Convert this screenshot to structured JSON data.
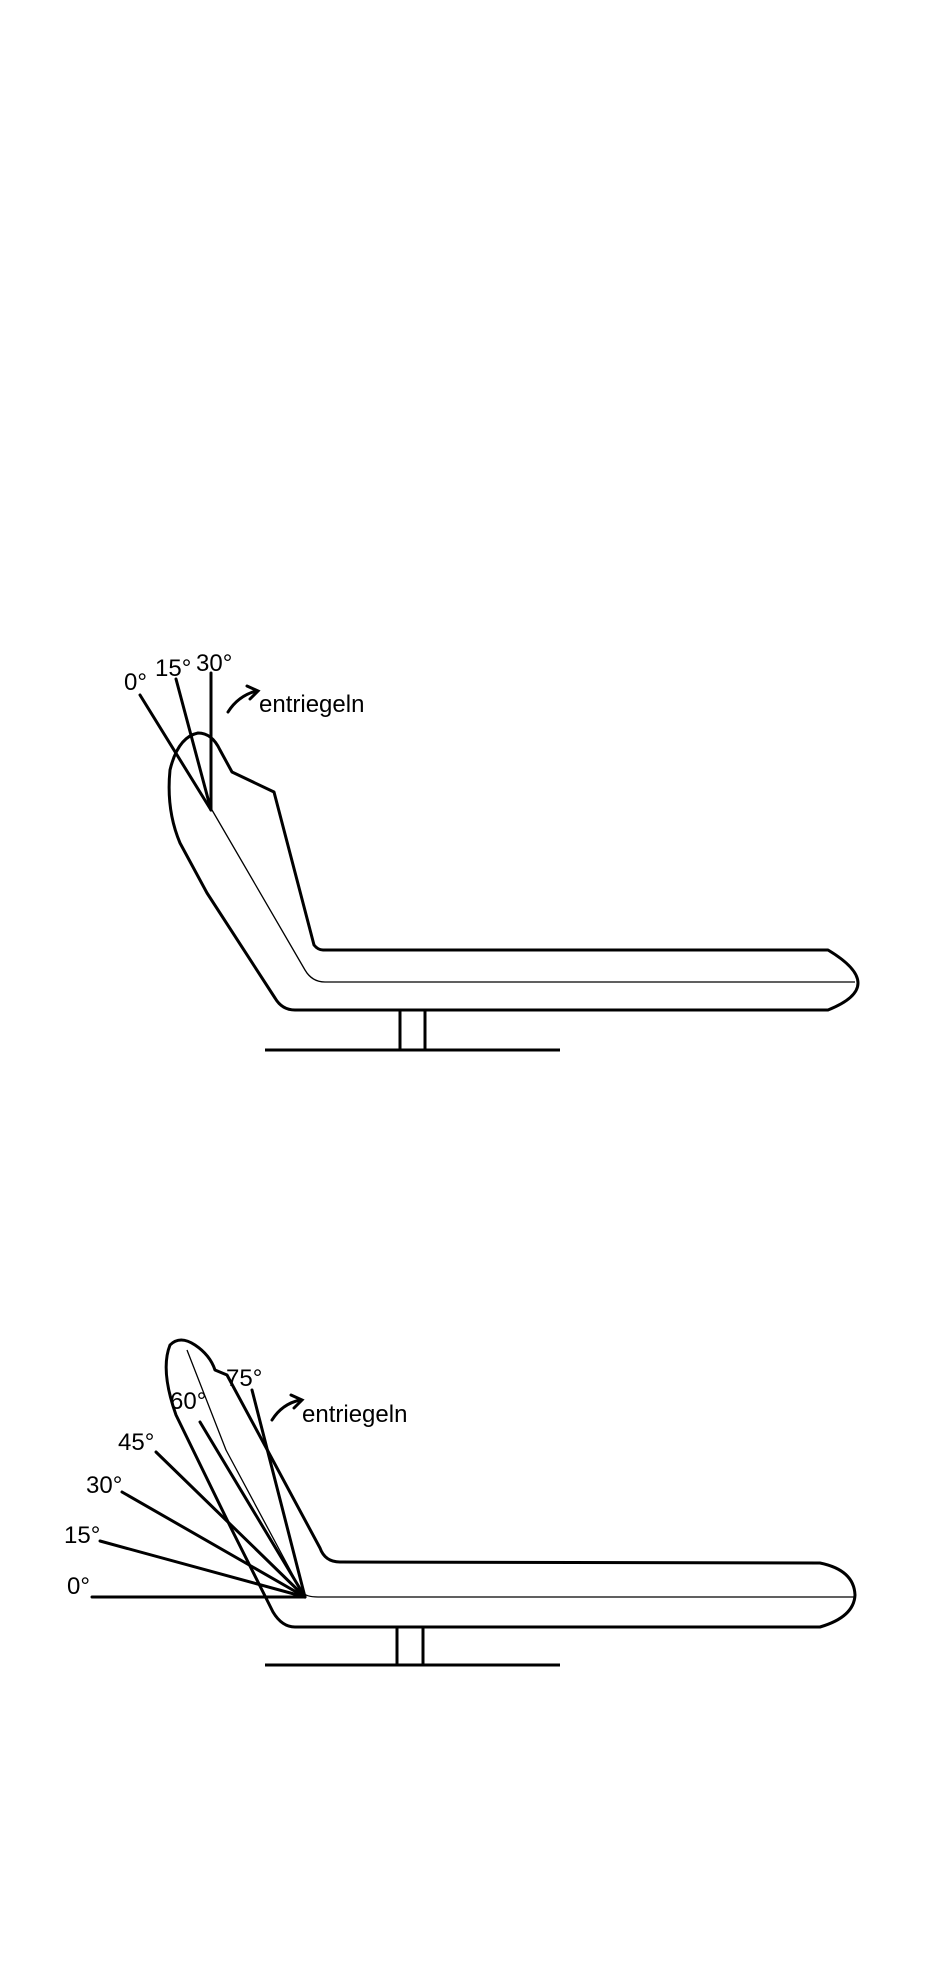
{
  "diagram_top": {
    "angles": [
      "0°",
      "15°",
      "30°"
    ],
    "action_label": "entriegeln"
  },
  "diagram_bottom": {
    "angles": [
      "0°",
      "15°",
      "30°",
      "45°",
      "60°",
      "75°"
    ],
    "action_label": "entriegeln"
  }
}
